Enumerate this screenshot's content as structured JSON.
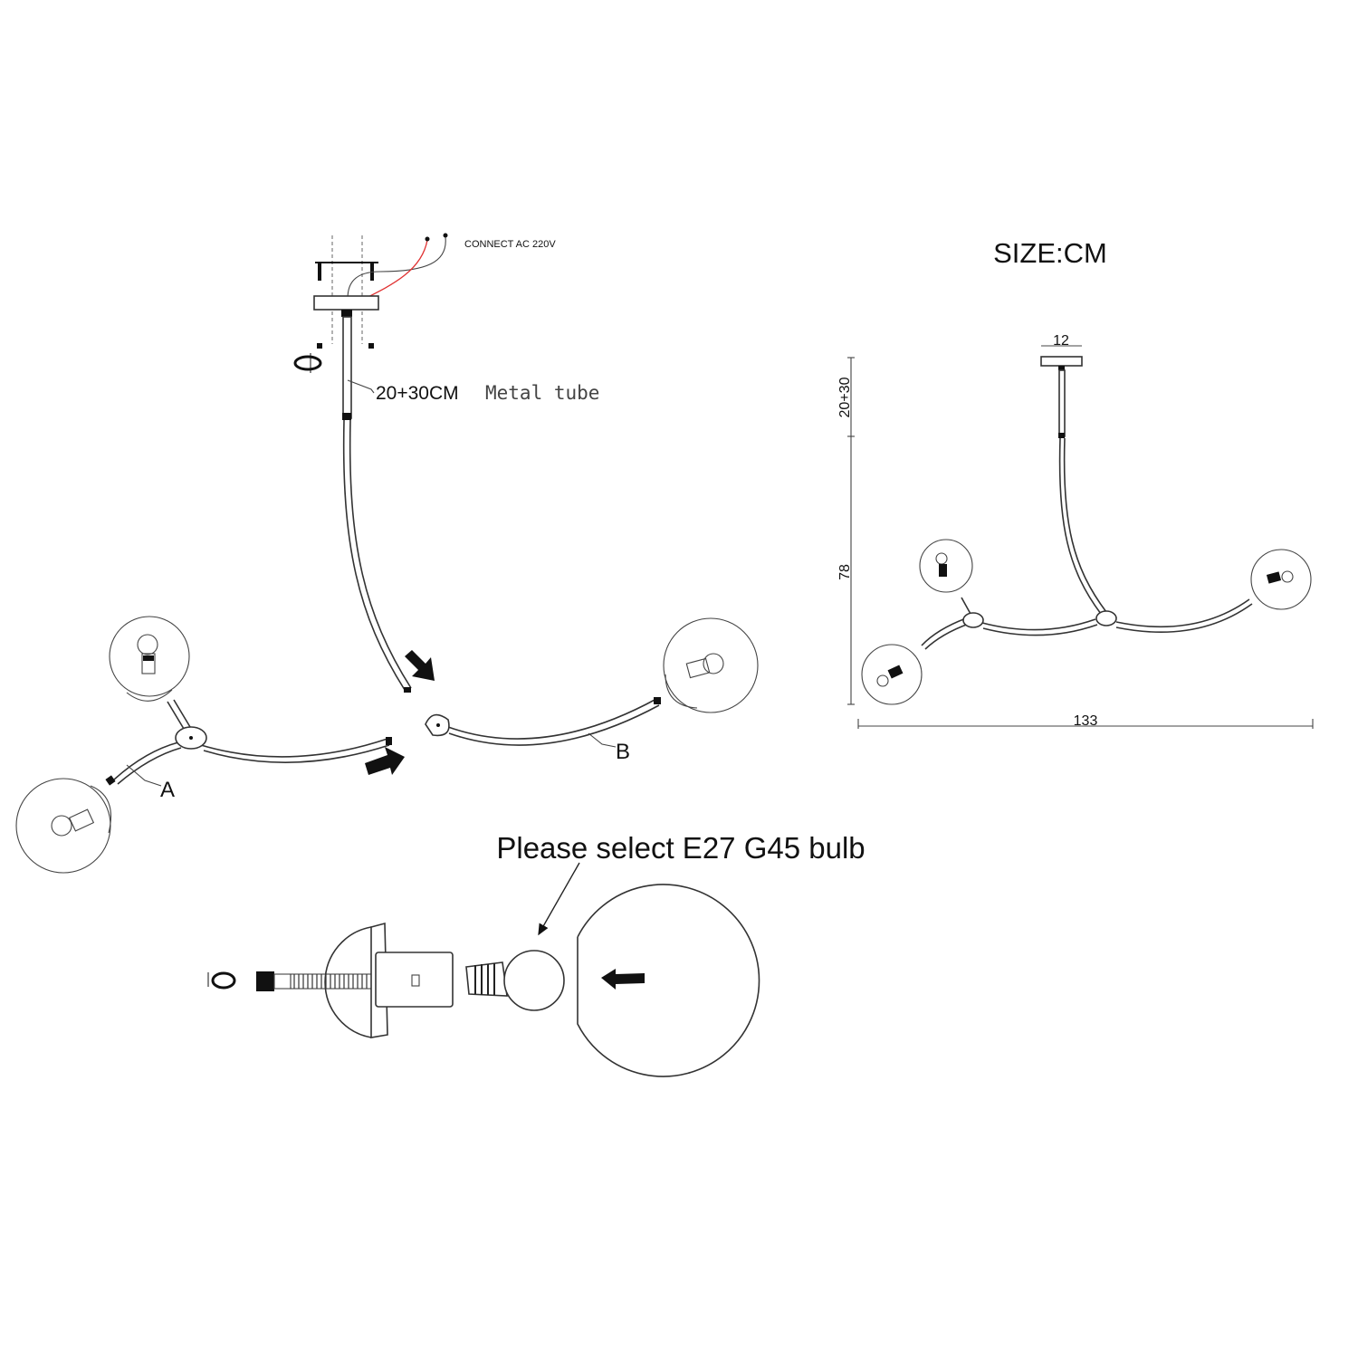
{
  "installation": {
    "connect_label": "CONNECT AC 220V",
    "tube_length": "20+30CM",
    "tube_label": "Metal tube",
    "part_a": "A",
    "part_b": "B"
  },
  "dimensions": {
    "title": "SIZE:CM",
    "canopy_width": "12",
    "rod_length": "20+30",
    "drop_height": "78",
    "total_width": "133"
  },
  "bulb": {
    "note": "Please select E27 G45 bulb"
  },
  "colors": {
    "live_wire": "#e03030",
    "line": "#333333"
  }
}
